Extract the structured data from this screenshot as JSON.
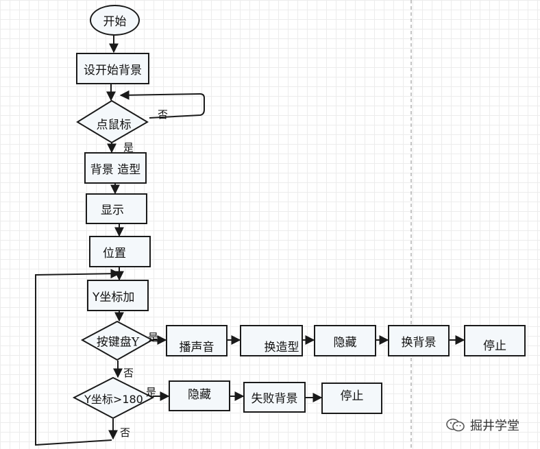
{
  "nodes": {
    "start": "开始",
    "set_bg": "设开始背景",
    "click_mouse": "点鼠标",
    "bg_costume": "背景 造型",
    "show": "显示",
    "position": "位置",
    "y_add": "Y坐标加",
    "press_y": "按键盘Y",
    "y_gt_180": "Y坐标>180",
    "play_sound": "播声音",
    "change_costume": "换造型",
    "hide_1": "隐藏",
    "change_bg": "换背景",
    "stop_1": "停止",
    "hide_2": "隐藏",
    "fail_bg": "失败背景",
    "stop_2": "停止"
  },
  "labels": {
    "no_1": "否",
    "yes_1": "是",
    "yes_2": "是",
    "no_2": "否",
    "yes_3": "是",
    "no_3": "否"
  },
  "watermark": {
    "icon": "wechat-icon",
    "text": "掘井学堂"
  },
  "colors": {
    "node_fill": "#f4f8fb",
    "stroke": "#1a1a1a",
    "divider": "#b0b0b0"
  }
}
